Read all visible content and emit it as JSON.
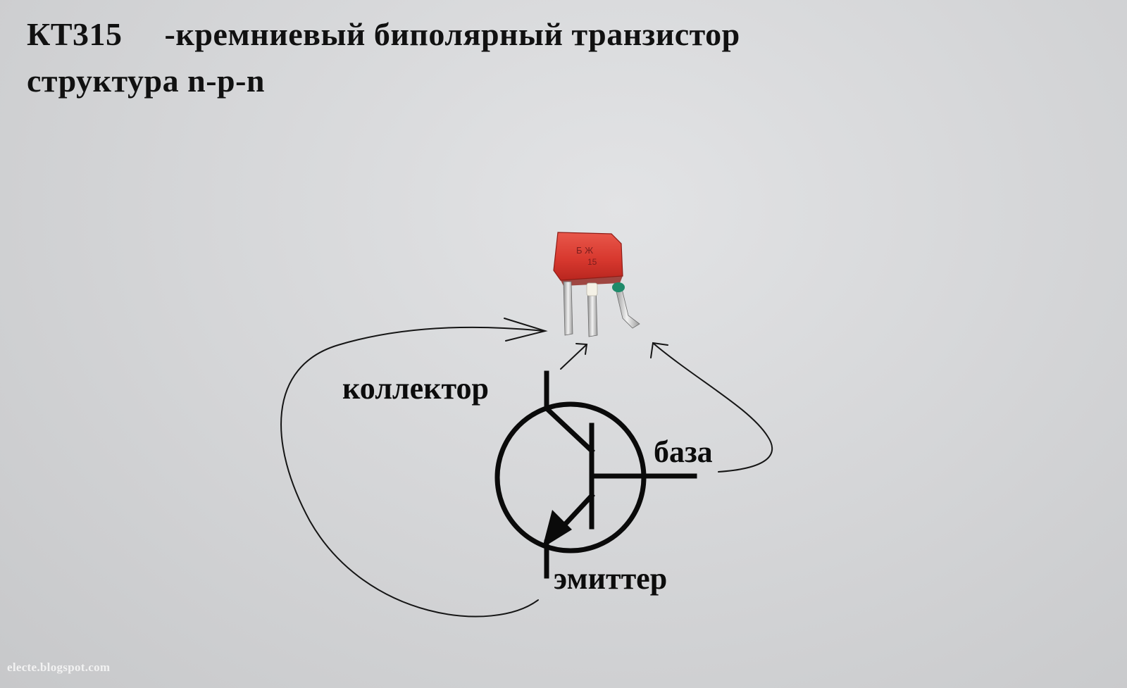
{
  "title": {
    "line1": "КТ315     -кремниевый биполярный транзистор",
    "line2": "структура n-p-n"
  },
  "labels": {
    "collector": "коллектор",
    "base": "база",
    "emitter": "эмиттер"
  },
  "component": {
    "marking_line1": "Б  Ж",
    "marking_line2": "15",
    "body_color": "#d8392f",
    "dot_color": "#1f8a6a"
  },
  "watermark": "electe.blogspot.com"
}
